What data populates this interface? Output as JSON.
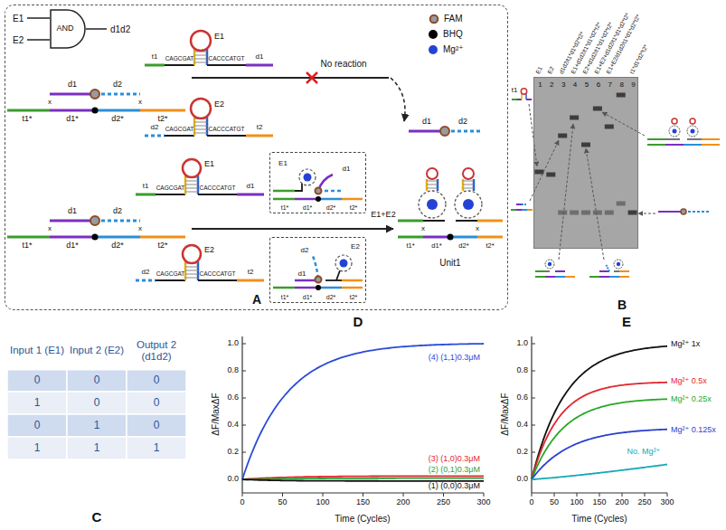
{
  "diagram": {
    "nodes": [
      {
        "text": [
          "A"
        ]
      },
      {
        "text": [
          "AND"
        ],
        "in": 0
      },
      {
        "text": [
          "E1",
          "d1",
          "t1*",
          "d1*",
          "d2*",
          "t2*"
        ],
        "in": 0
      },
      {
        "text": [
          "E2",
          "d2",
          "d1",
          "t1*",
          "d1*",
          "d2*",
          "t2*"
        ],
        "in": 0
      },
      {
        "text": [
          "1",
          "2",
          "3",
          "4",
          "5",
          "6",
          "7",
          "8",
          "9"
        ]
      }
    ],
    "labels": [
      "E1",
      "E2",
      "d1d2",
      "d1",
      "d2",
      "x",
      "x",
      "t1*",
      "d1*",
      "d2*",
      "t2*",
      "E1",
      "t1",
      "CAGCGAT",
      "CACCCATGT",
      "d1",
      "E2",
      "d2",
      "CAGCGAT",
      "CACCCATGT",
      "t2",
      "No reaction",
      "d1",
      "d2",
      "x",
      "x",
      "t1*",
      "d1*",
      "d2*",
      "t2*",
      "E1",
      "t1",
      "CAGCGAT",
      "CACCCATGT",
      "d1",
      "E2",
      "d2",
      "CAGCGAT",
      "CACCCATGT",
      "t2",
      "d1",
      "d2",
      "x",
      "x",
      "t1*",
      "d1*",
      "d2*",
      "t2*",
      "E1+E2",
      "Unit1",
      "t1",
      "E1",
      "E2",
      "d1d2/t1*d1*d2*t2*",
      "E1+d1d2/t1*d1*d2*t2*",
      "E2+d1d2/t1*d1*d2*t2*",
      "E1+E2+d1d2/t1*d1*d2*t2*",
      "E1+E2/d1d2/t1*d1*d2*t2*",
      "t1*d1*d2*t2*",
      "B",
      "Input 1 (E1)",
      "Input 2 (E2)",
      "Output 2 (d1d2)",
      "0",
      "0",
      "0",
      "1",
      "0",
      "0",
      "0",
      "1",
      "0",
      "1",
      "1",
      "1",
      "C",
      "D",
      "ΔF/MaxΔF",
      "0.0",
      "0.2",
      "0.4",
      "0.6",
      "0.8",
      "1.0",
      "0",
      "50",
      "100",
      "150",
      "200",
      "250",
      "300",
      "Time (Cycles)",
      "(4) (1,1)0.3μM",
      "(3) (1,0)0.3μM",
      "(2) (0,1)0.3μM",
      "(1) (0,0)0.3μM",
      "E",
      "ΔF/MaxΔF",
      "0.0",
      "0.2",
      "0.4",
      "0.6",
      "0.8",
      "1.0",
      "0",
      "50",
      "100",
      "150",
      "200",
      "250",
      "300",
      "Time (Cycles)",
      "Mg²⁺ 1x",
      "Mg²⁺ 0.5x",
      "Mg²⁺ 0.25x",
      "Mg²⁺ 0.125x",
      "No. Mg²⁺"
    ],
    "legend": [
      {
        "text": "FAM"
      },
      {
        "text": "BHQ",
        "color": "#000000"
      },
      {
        "text": "Mg²⁺",
        "color": "#2442d6"
      }
    ]
  }
}
